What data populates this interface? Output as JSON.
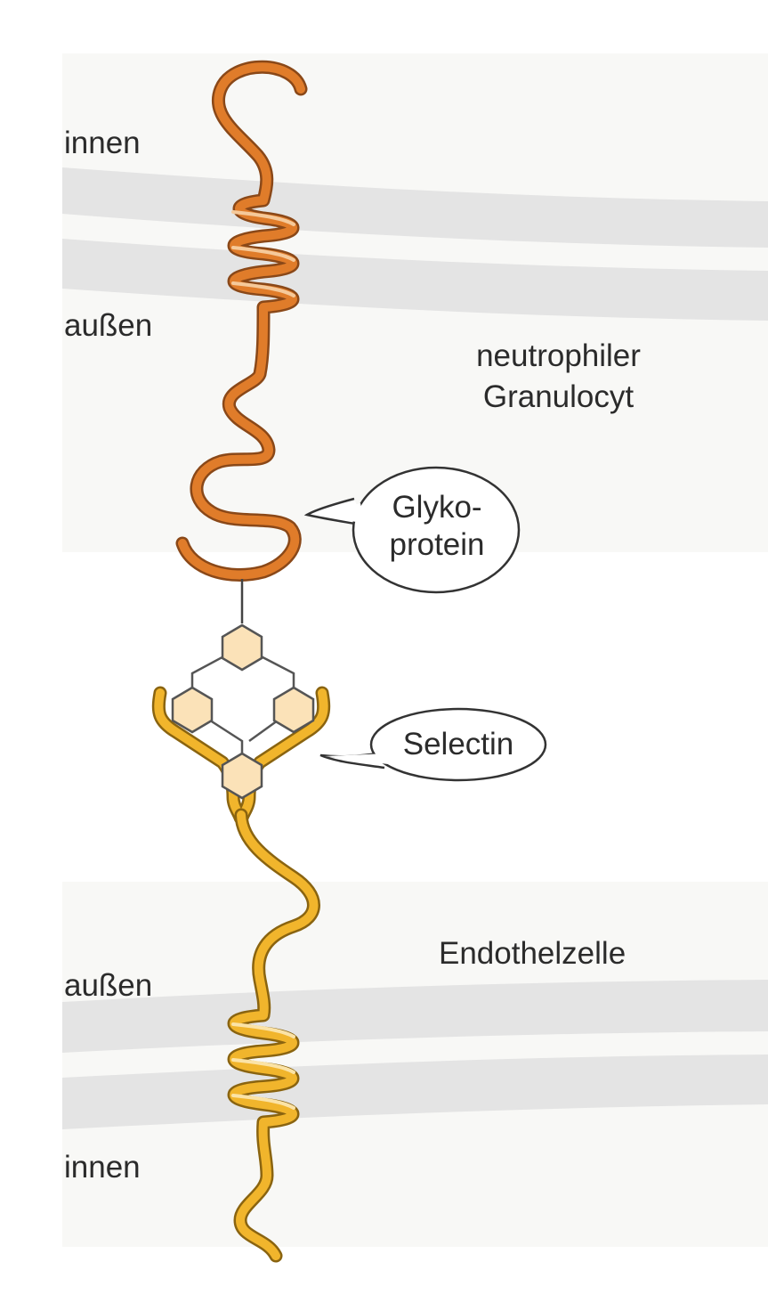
{
  "labels": {
    "top_inner": "innen",
    "top_outer": "außen",
    "neutrophil_line1": "neutrophiler",
    "neutrophil_line2": "Granulocyt",
    "bubble_glyko_line1": "Glyko-",
    "bubble_glyko_line2": "protein",
    "bubble_selectin": "Selectin",
    "endothelial": "Endothelzelle",
    "bottom_outer": "außen",
    "bottom_inner": "innen"
  },
  "colors": {
    "background": "#ffffff",
    "cell_tint": "#f8f8f6",
    "membrane": "#e4e4e4",
    "glycoprotein_outline": "#8a4818",
    "glycoprotein_fill": "#e07c2a",
    "glycoprotein_highlight": "#f5c99a",
    "selectin_outline": "#8a6410",
    "selectin_fill": "#f1b52c",
    "selectin_highlight": "#fbe3a6",
    "sugar_fill": "#fbe2b8",
    "sugar_outline": "#555555",
    "text": "#2b2b2b"
  },
  "icons": {
    "sugar_unit": "hexagon",
    "speech_bubble": "ellipse-callout"
  }
}
